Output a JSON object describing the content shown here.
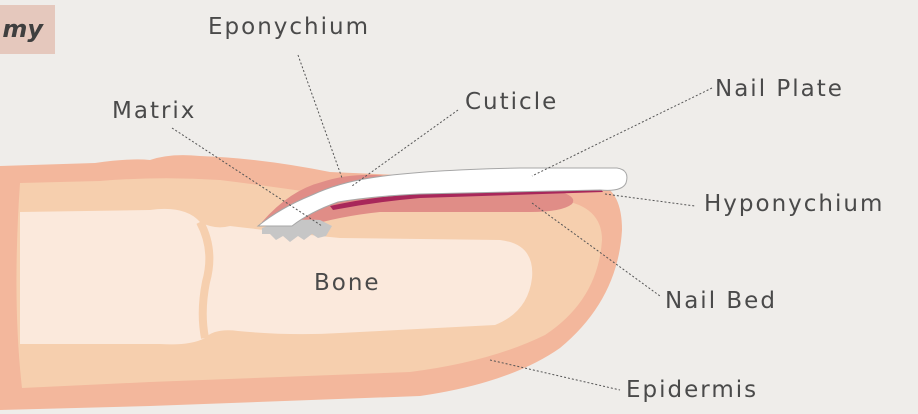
{
  "title_fragment": "my",
  "labels": {
    "eponychium": "Eponychium",
    "matrix": "Matrix",
    "cuticle": "Cuticle",
    "nail_plate": "Nail Plate",
    "hyponychium": "Hyponychium",
    "bone": "Bone",
    "nail_bed": "Nail Bed",
    "epidermis": "Epidermis"
  },
  "colors": {
    "background": "#efedea",
    "skin_outer": "#f3b79c",
    "skin_inner": "#f6cfae",
    "bone": "#fbe9dc",
    "nail_bed": "#e08d87",
    "nail_plate": "#ffffff",
    "nail_underside": "#a8275a",
    "matrix": "#c6c6c6",
    "leader_line": "#555555"
  }
}
